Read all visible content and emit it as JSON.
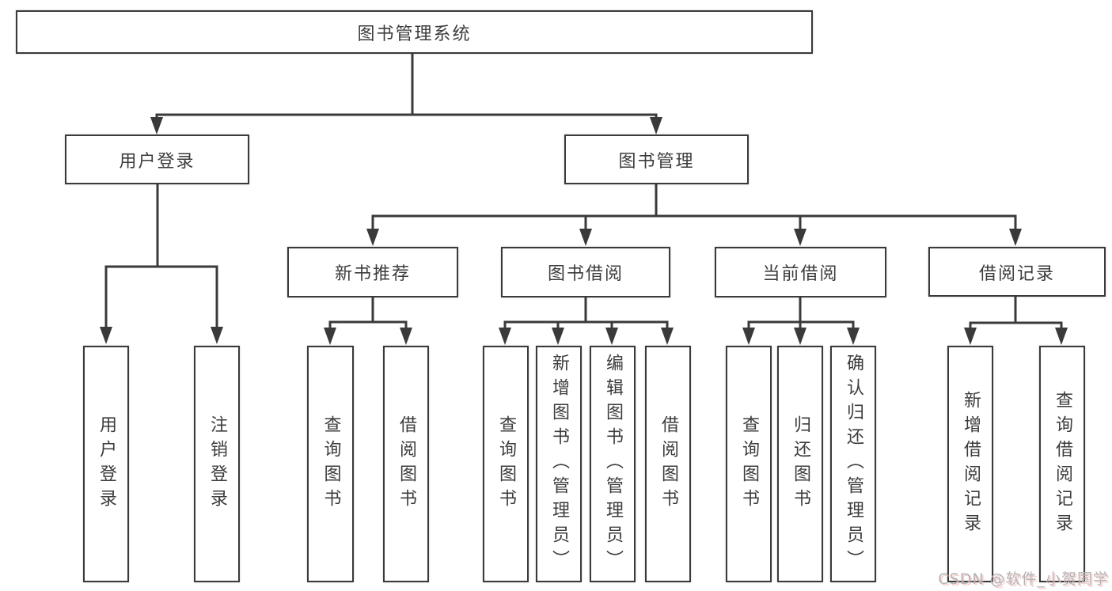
{
  "diagram": {
    "root": {
      "label": "图书管理系统",
      "children": [
        {
          "label": "用户登录",
          "children": [
            {
              "label": "用户登录"
            },
            {
              "label": "注销登录"
            }
          ]
        },
        {
          "label": "图书管理",
          "children": [
            {
              "label": "新书推荐",
              "children": [
                {
                  "label": "查询图书"
                },
                {
                  "label": "借阅图书"
                }
              ]
            },
            {
              "label": "图书借阅",
              "children": [
                {
                  "label": "查询图书"
                },
                {
                  "label": "新增图书（管理员）"
                },
                {
                  "label": "编辑图书（管理员）"
                },
                {
                  "label": "借阅图书"
                }
              ]
            },
            {
              "label": "当前借阅",
              "children": [
                {
                  "label": "查询图书"
                },
                {
                  "label": "归还图书"
                },
                {
                  "label": "确认归还（管理员）"
                }
              ]
            },
            {
              "label": "借阅记录",
              "children": [
                {
                  "label": "新增借阅记录"
                },
                {
                  "label": "查询借阅记录"
                }
              ]
            }
          ]
        }
      ]
    }
  },
  "watermark": {
    "text": "CSDN @软件_小贺同学"
  },
  "colors": {
    "line": "#3a3a3a",
    "box_border": "#3a3a3a",
    "box_fill": "#ffffff",
    "text": "#3c3c3c",
    "watermark_text": "#b5b5b5",
    "background": "#ffffff"
  }
}
